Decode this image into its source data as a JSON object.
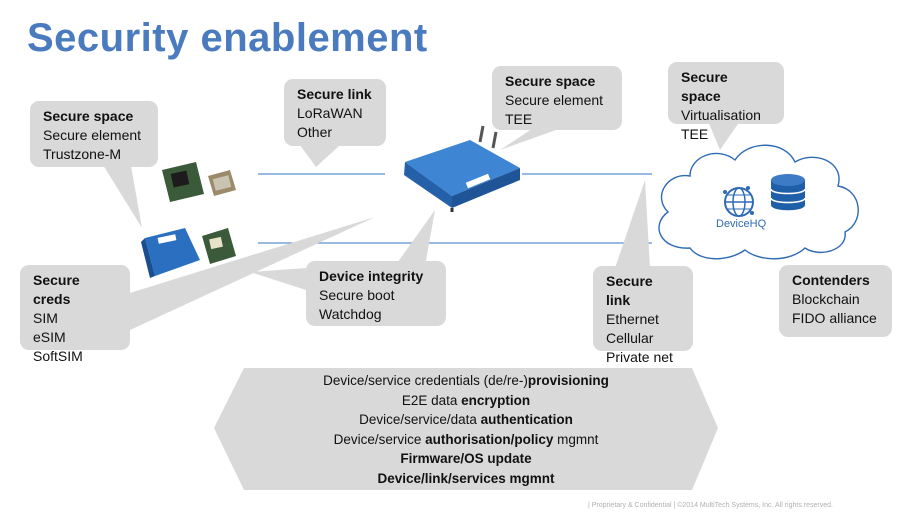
{
  "title": "Security enablement",
  "boxes": {
    "secure_space_device": {
      "heading": "Secure space",
      "lines": [
        "Secure element",
        "Trustzone-M"
      ]
    },
    "secure_link_lora": {
      "heading": "Secure link",
      "lines": [
        "LoRaWAN",
        "Other"
      ]
    },
    "secure_space_gateway": {
      "heading": "Secure space",
      "lines": [
        "Secure element",
        "TEE"
      ]
    },
    "secure_space_cloud": {
      "heading": "Secure space",
      "lines": [
        "Virtualisation",
        "TEE"
      ]
    },
    "secure_creds": {
      "heading": "Secure creds",
      "lines": [
        "SIM",
        "eSIM",
        "SoftSIM"
      ]
    },
    "device_integrity": {
      "heading": "Device integrity",
      "lines": [
        "Secure boot",
        "Watchdog"
      ]
    },
    "secure_link_backhaul": {
      "heading": "Secure link",
      "lines": [
        "Ethernet",
        "Cellular",
        "Private net"
      ]
    },
    "contenders": {
      "heading": "Contenders",
      "lines": [
        "Blockchain",
        "FIDO alliance"
      ]
    }
  },
  "cloud": {
    "logo_text": "DeviceHQ"
  },
  "hexagon": {
    "rows": [
      {
        "normal": "Device/service credentials (de/re-)",
        "bold": "provisioning",
        "after": ""
      },
      {
        "normal": "E2E data ",
        "bold": "encryption",
        "after": ""
      },
      {
        "normal": "Device/service/data ",
        "bold": "authentication",
        "after": ""
      },
      {
        "normal": "Device/service ",
        "bold": "authorisation/policy",
        "after": " mgmnt"
      },
      {
        "normal": "",
        "bold": "Firmware/OS update",
        "after": ""
      },
      {
        "normal": "",
        "bold": "Device/link/services mgmnt",
        "after": ""
      }
    ]
  },
  "footer": "| Proprietary & Confidential | ©2014 MultiTech Systems, Inc. All rights reserved.",
  "colors": {
    "title": "#4a7bbf",
    "callout": "#d9d9d9",
    "line": "#5b8fd0",
    "device_blue": "#2a6fc0",
    "cloud_blue": "#1f5fa8"
  }
}
